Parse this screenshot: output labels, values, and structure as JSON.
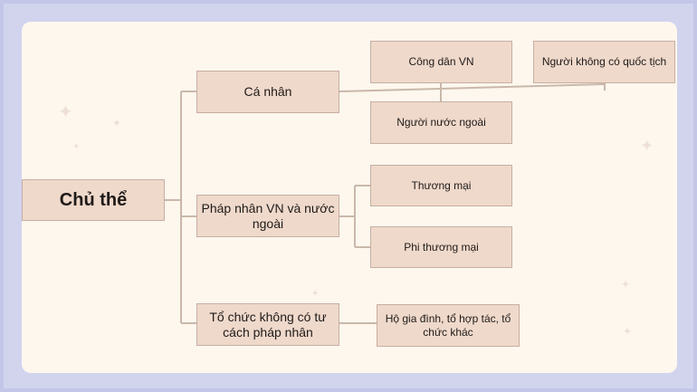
{
  "diagram": {
    "root": "Chủ thể",
    "branches": [
      {
        "label": "Cá nhân",
        "children": [
          "Công dân VN",
          "Người không có quốc tịch",
          "Người nước ngoài"
        ]
      },
      {
        "label": "Pháp nhân VN và nước ngoài",
        "children": [
          "Thương mại",
          "Phi thương mại"
        ]
      },
      {
        "label": "Tổ chức không có tư cách pháp nhân",
        "children": [
          "Hộ gia đình, tổ hợp tác, tổ chức khác"
        ]
      }
    ]
  },
  "colors": {
    "background": "#c3c6e6",
    "card": "#fdf7ee",
    "node_fill": "#efd9cb",
    "node_border": "#c7aea2",
    "connector": "#c9b8a9"
  },
  "decorations": [
    "sparkle-icon"
  ]
}
